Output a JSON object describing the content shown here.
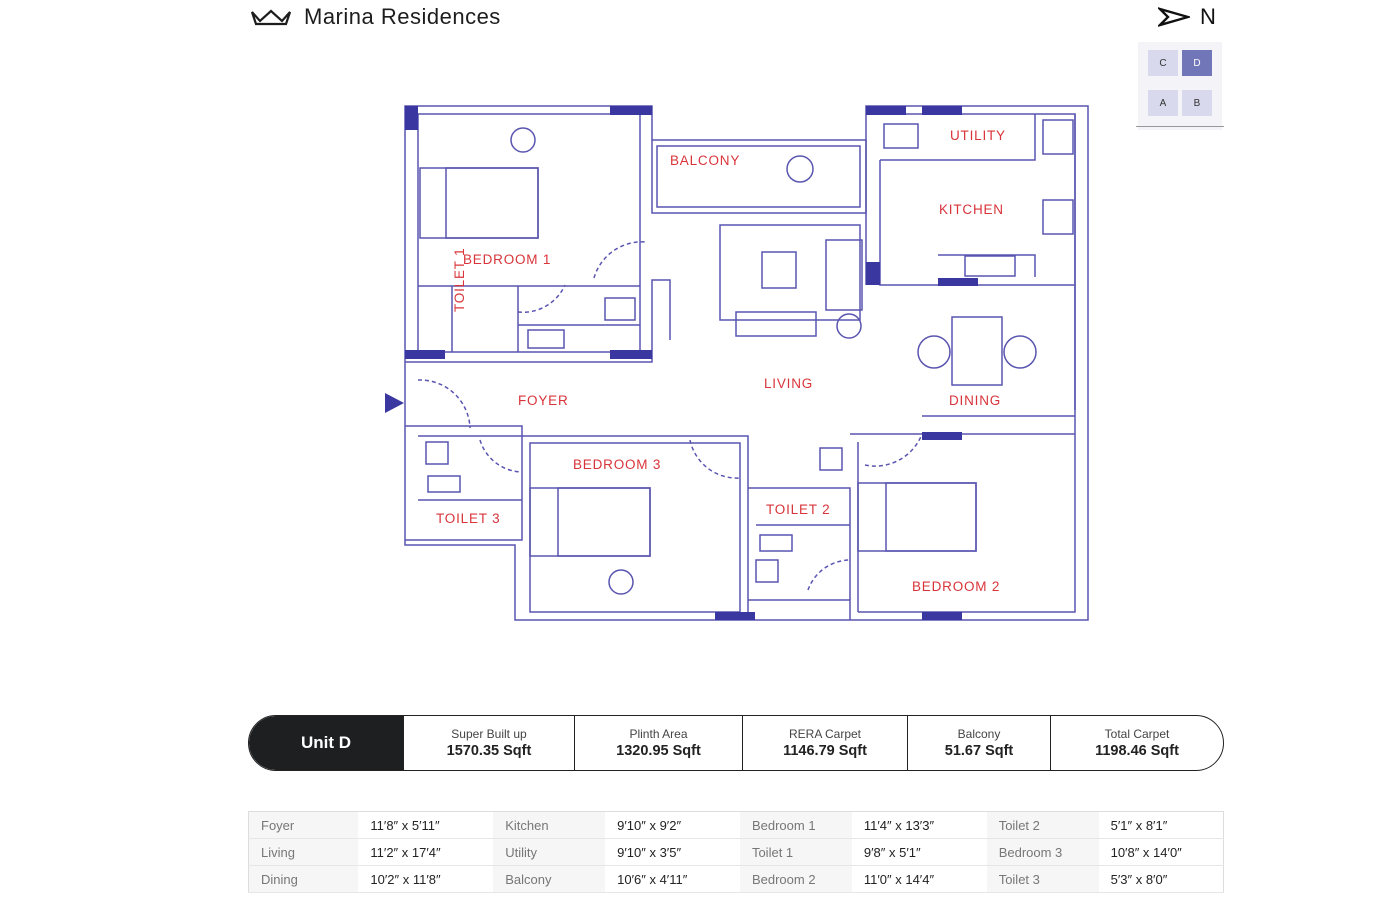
{
  "header": {
    "brand": "Marina Residences",
    "north_label": "N"
  },
  "key_plan": {
    "units": [
      "C",
      "D",
      "A",
      "B"
    ],
    "highlighted": "D",
    "highlight_color": "#7176b8"
  },
  "floor_plan": {
    "wall_color": "#5a55b0",
    "door_color": "#3a38a0",
    "label_color": "#d8343a",
    "rooms": {
      "bedroom1": "BEDROOM 1",
      "balcony": "BALCONY",
      "utility": "UTILITY",
      "kitchen": "KITCHEN",
      "toilet1": "TOILET 1",
      "living": "LIVING",
      "foyer": "FOYER",
      "dining": "DINING",
      "bedroom3": "BEDROOM 3",
      "toilet3": "TOILET 3",
      "toilet2": "TOILET 2",
      "bedroom2": "BEDROOM 2"
    }
  },
  "summary": {
    "unit": "Unit D",
    "items": [
      {
        "label": "Super Built up",
        "value": "1570.35 Sqft"
      },
      {
        "label": "Plinth Area",
        "value": "1320.95 Sqft"
      },
      {
        "label": "RERA Carpet",
        "value": "1146.79 Sqft"
      },
      {
        "label": "Balcony",
        "value": "51.67 Sqft"
      },
      {
        "label": "Total Carpet",
        "value": "1198.46 Sqft"
      }
    ]
  },
  "dimensions": [
    [
      {
        "room": "Foyer",
        "size": "11′8″ x 5′11″"
      },
      {
        "room": "Kitchen",
        "size": "9′10″ x 9′2″"
      },
      {
        "room": "Bedroom 1",
        "size": "11′4″ x 13′3″"
      },
      {
        "room": "Toilet 2",
        "size": "5′1″ x 8′1″"
      }
    ],
    [
      {
        "room": "Living",
        "size": "11′2″ x 17′4″"
      },
      {
        "room": "Utility",
        "size": "9′10″ x 3′5″"
      },
      {
        "room": "Toilet 1",
        "size": "9′8″ x 5′1″"
      },
      {
        "room": "Bedroom 3",
        "size": "10′8″ x 14′0″"
      }
    ],
    [
      {
        "room": "Dining",
        "size": "10′2″ x 11′8″"
      },
      {
        "room": "Balcony",
        "size": "10′6″ x 4′11″"
      },
      {
        "room": "Bedroom 2",
        "size": "11′0″ x 14′4″"
      },
      {
        "room": "Toilet 3",
        "size": "5′3″ x 8′0″"
      }
    ]
  ]
}
